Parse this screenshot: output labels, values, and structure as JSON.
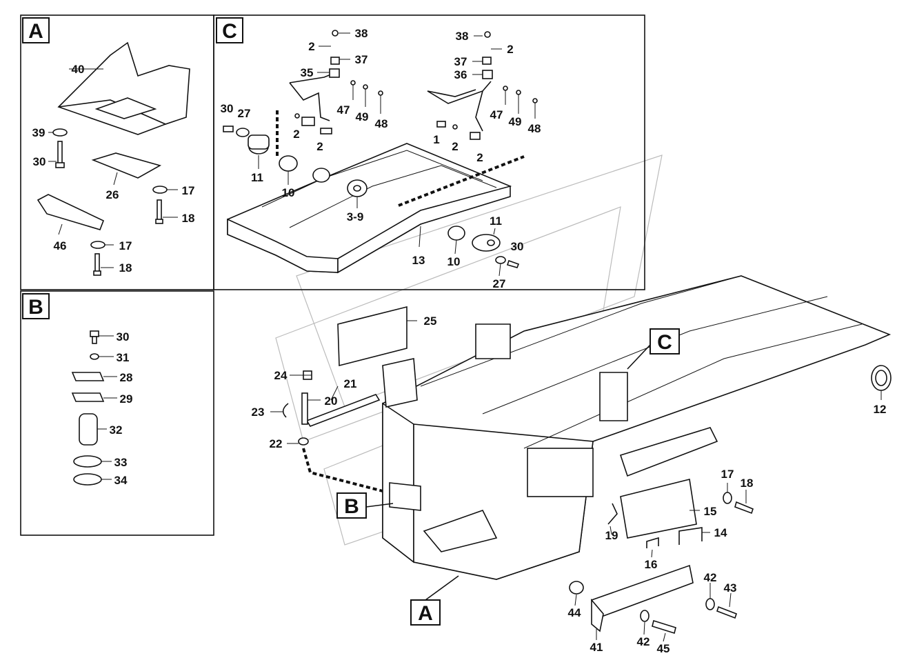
{
  "panels": {
    "a": "A",
    "b": "B",
    "c": "C"
  },
  "callouts": {
    "a": "A",
    "b": "B",
    "c": "C"
  },
  "labels": {
    "a_40": "40",
    "a_39": "39",
    "a_30": "30",
    "a_26": "26",
    "a_17a": "17",
    "a_18a": "18",
    "a_46": "46",
    "a_17b": "17",
    "a_18b": "18",
    "b_30": "30",
    "b_31": "31",
    "b_28": "28",
    "b_29": "29",
    "b_32": "32",
    "b_33": "33",
    "b_34": "34",
    "c_38a": "38",
    "c_2a": "2",
    "c_37a": "37",
    "c_35": "35",
    "c_47a": "47",
    "c_49a": "49",
    "c_48a": "48",
    "c_30a": "30",
    "c_27a": "27",
    "c_2b": "2",
    "c_2c": "2",
    "c_11a": "11",
    "c_10a": "10",
    "c_39": "3-9",
    "c_38b": "38",
    "c_2d": "2",
    "c_37b": "37",
    "c_36": "36",
    "c_47b": "47",
    "c_49b": "49",
    "c_48b": "48",
    "c_1": "1",
    "c_2e": "2",
    "c_2f": "2",
    "c_11b": "11",
    "c_30b": "30",
    "c_13": "13",
    "c_10b": "10",
    "c_27b": "27",
    "m_25": "25",
    "m_24": "24",
    "m_21": "21",
    "m_23": "23",
    "m_20": "20",
    "m_22": "22",
    "m_12": "12",
    "m_17": "17",
    "m_18": "18",
    "m_15": "15",
    "m_19": "19",
    "m_14": "14",
    "m_16": "16",
    "m_42a": "42",
    "m_43": "43",
    "m_44": "44",
    "m_41": "41",
    "m_42b": "42",
    "m_45": "45"
  }
}
